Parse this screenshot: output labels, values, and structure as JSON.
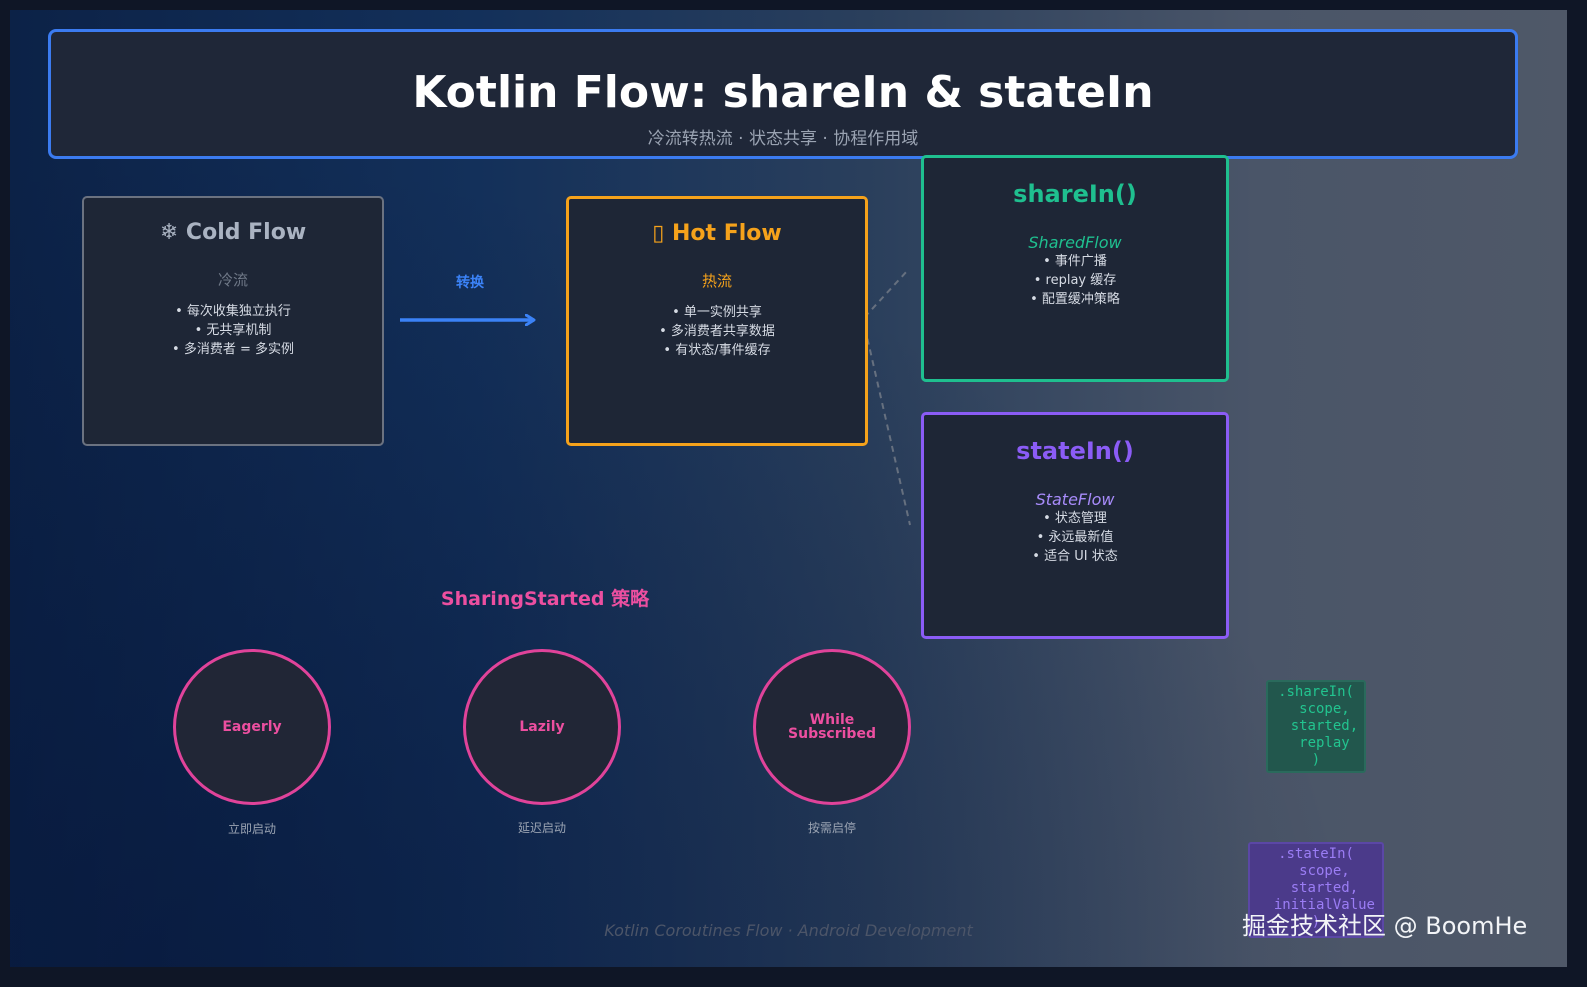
{
  "header": {
    "title": "Kotlin Flow: shareIn & stateIn",
    "subtitle": "冷流转热流 · 状态共享 · 协程作用域"
  },
  "cold_flow": {
    "title": "❄ Cold Flow",
    "subtitle": "冷流",
    "bullets": [
      "• 每次收集独立执行",
      "• 无共享机制",
      "• 多消费者 = 多实例"
    ]
  },
  "transition": {
    "label": "转换"
  },
  "hot_flow": {
    "title": "▯ Hot Flow",
    "subtitle": "热流",
    "bullets": [
      "• 单一实例共享",
      "• 多消费者共享数据",
      "• 有状态/事件缓存"
    ]
  },
  "share_in": {
    "title": "shareIn()",
    "type": "SharedFlow",
    "bullets": [
      "• 事件广播",
      "• replay 缓存",
      "• 配置缓冲策略"
    ]
  },
  "state_in": {
    "title": "stateIn()",
    "type": "StateFlow",
    "bullets": [
      "• 状态管理",
      "• 永远最新值",
      "• 适合 UI 状态"
    ]
  },
  "sharing_started": {
    "title": "SharingStarted 策略",
    "strategies": [
      {
        "name_line1": "Eagerly",
        "name_line2": "",
        "desc": "立即启动"
      },
      {
        "name_line1": "Lazily",
        "name_line2": "",
        "desc": "延迟启动"
      },
      {
        "name_line1": "While",
        "name_line2": "Subscribed",
        "desc": "按需启停"
      }
    ]
  },
  "code": {
    "share_in": ".shareIn(\n  scope,\n  started,\n  replay\n)",
    "state_in": ".stateIn(\n  scope,\n  started,\n  initialValue\n)"
  },
  "footer": "Kotlin Coroutines Flow · Android Development",
  "watermark": "掘金技术社区 @ BoomHe",
  "colors": {
    "header_border": "#3b7bf0",
    "cold": "#6b7280",
    "hot": "#f5a21b",
    "share_in": "#1fbf8f",
    "state_in": "#8b5cf6",
    "strategy": "#e0439a",
    "arrow": "#3b82f6"
  }
}
